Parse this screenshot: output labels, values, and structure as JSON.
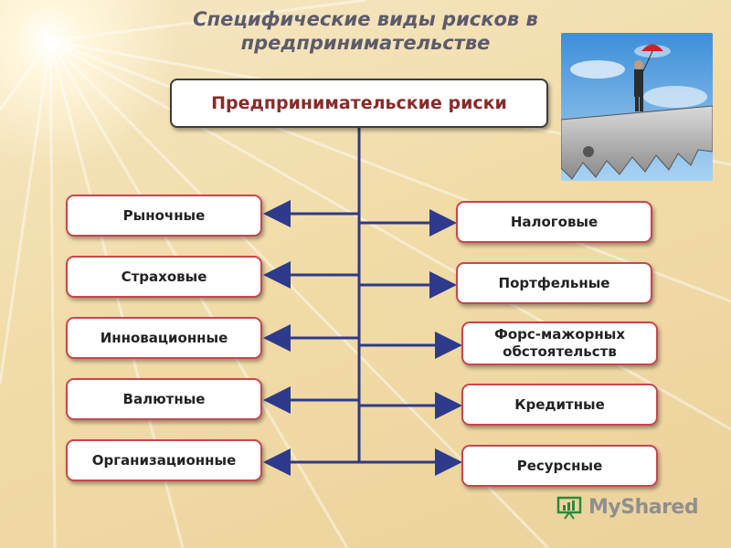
{
  "title": "Специфические виды рисков в предпринимательстве",
  "root": "Предпринимательские риски",
  "left_items": [
    "Рыночные",
    "Страховые",
    "Инновационные",
    "Валютные",
    "Организационные"
  ],
  "right_items": [
    "Налоговые",
    "Портфельные",
    "Форс-мажорных обстоятельств",
    "Кредитные",
    "Ресурсные"
  ],
  "photo": {
    "name": "businessman-with-umbrella-on-saw-photo"
  },
  "watermark": {
    "icon": "myshared-logo-icon",
    "text": "MyShared"
  },
  "colors": {
    "box_border": "#c8464e",
    "connector": "#2e3a8c",
    "root_text": "#8a2a2a"
  }
}
